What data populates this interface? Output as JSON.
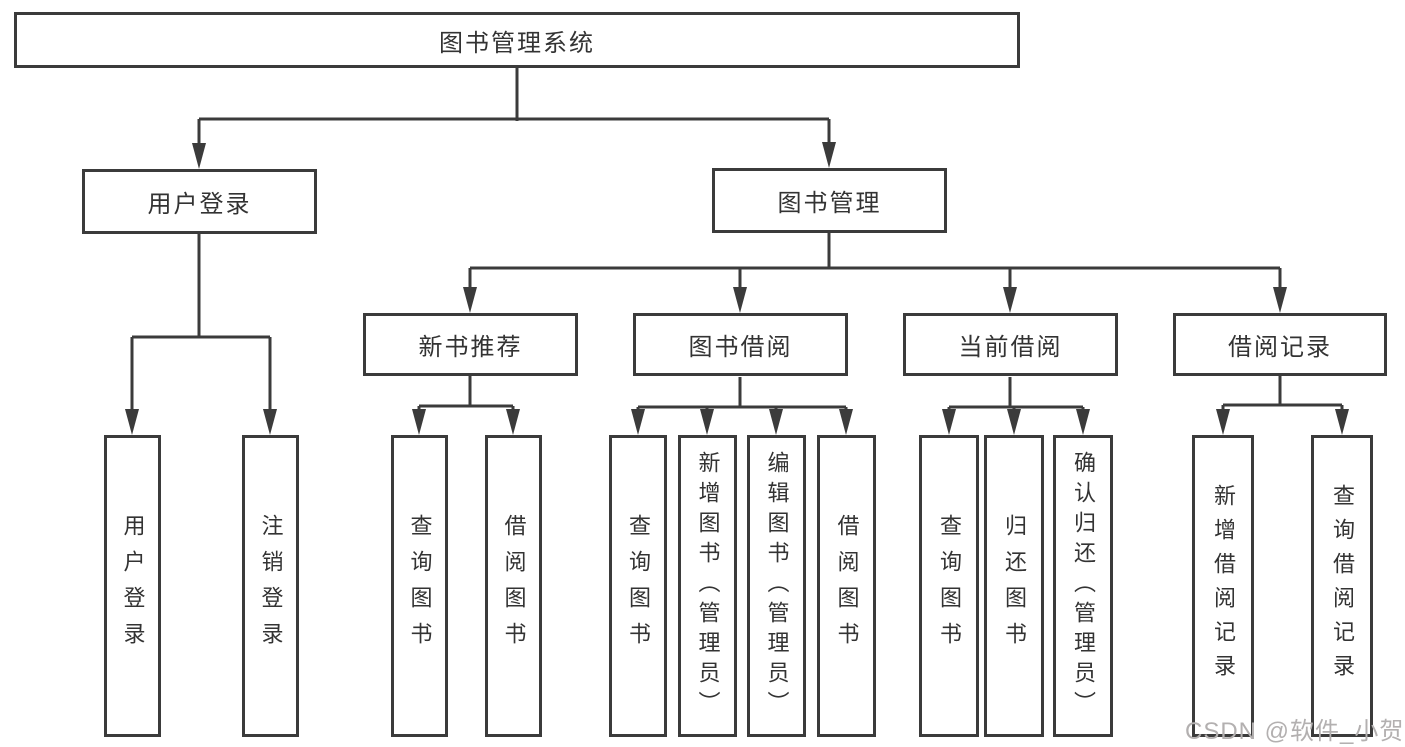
{
  "diagram": {
    "root": {
      "label": "图书管理系统"
    },
    "level2": [
      {
        "label": "用户登录"
      },
      {
        "label": "图书管理"
      }
    ],
    "level3": [
      {
        "label": "新书推荐",
        "parent": "图书管理"
      },
      {
        "label": "图书借阅",
        "parent": "图书管理"
      },
      {
        "label": "当前借阅",
        "parent": "图书管理"
      },
      {
        "label": "借阅记录",
        "parent": "图书管理"
      }
    ],
    "leaves": [
      {
        "label": "用户登录",
        "parent": "用户登录"
      },
      {
        "label": "注销登录",
        "parent": "用户登录"
      },
      {
        "label": "查询图书",
        "parent": "新书推荐"
      },
      {
        "label": "借阅图书",
        "parent": "新书推荐"
      },
      {
        "label": "查询图书",
        "parent": "图书借阅"
      },
      {
        "label": "新增图书（管理员）",
        "parent": "图书借阅"
      },
      {
        "label": "编辑图书（管理员）",
        "parent": "图书借阅"
      },
      {
        "label": "借阅图书",
        "parent": "图书借阅"
      },
      {
        "label": "查询图书",
        "parent": "当前借阅"
      },
      {
        "label": "归还图书",
        "parent": "当前借阅"
      },
      {
        "label": "确认归还（管理员）",
        "parent": "当前借阅"
      },
      {
        "label": "新增借阅记录",
        "parent": "借阅记录"
      },
      {
        "label": "查询借阅记录",
        "parent": "借阅记录"
      }
    ],
    "watermark": "CSDN @软件_小贺同学",
    "colors": {
      "line": "#3b3b3b",
      "text": "#333333",
      "watermark": "#b3b0b0",
      "background": "#ffffff"
    }
  }
}
